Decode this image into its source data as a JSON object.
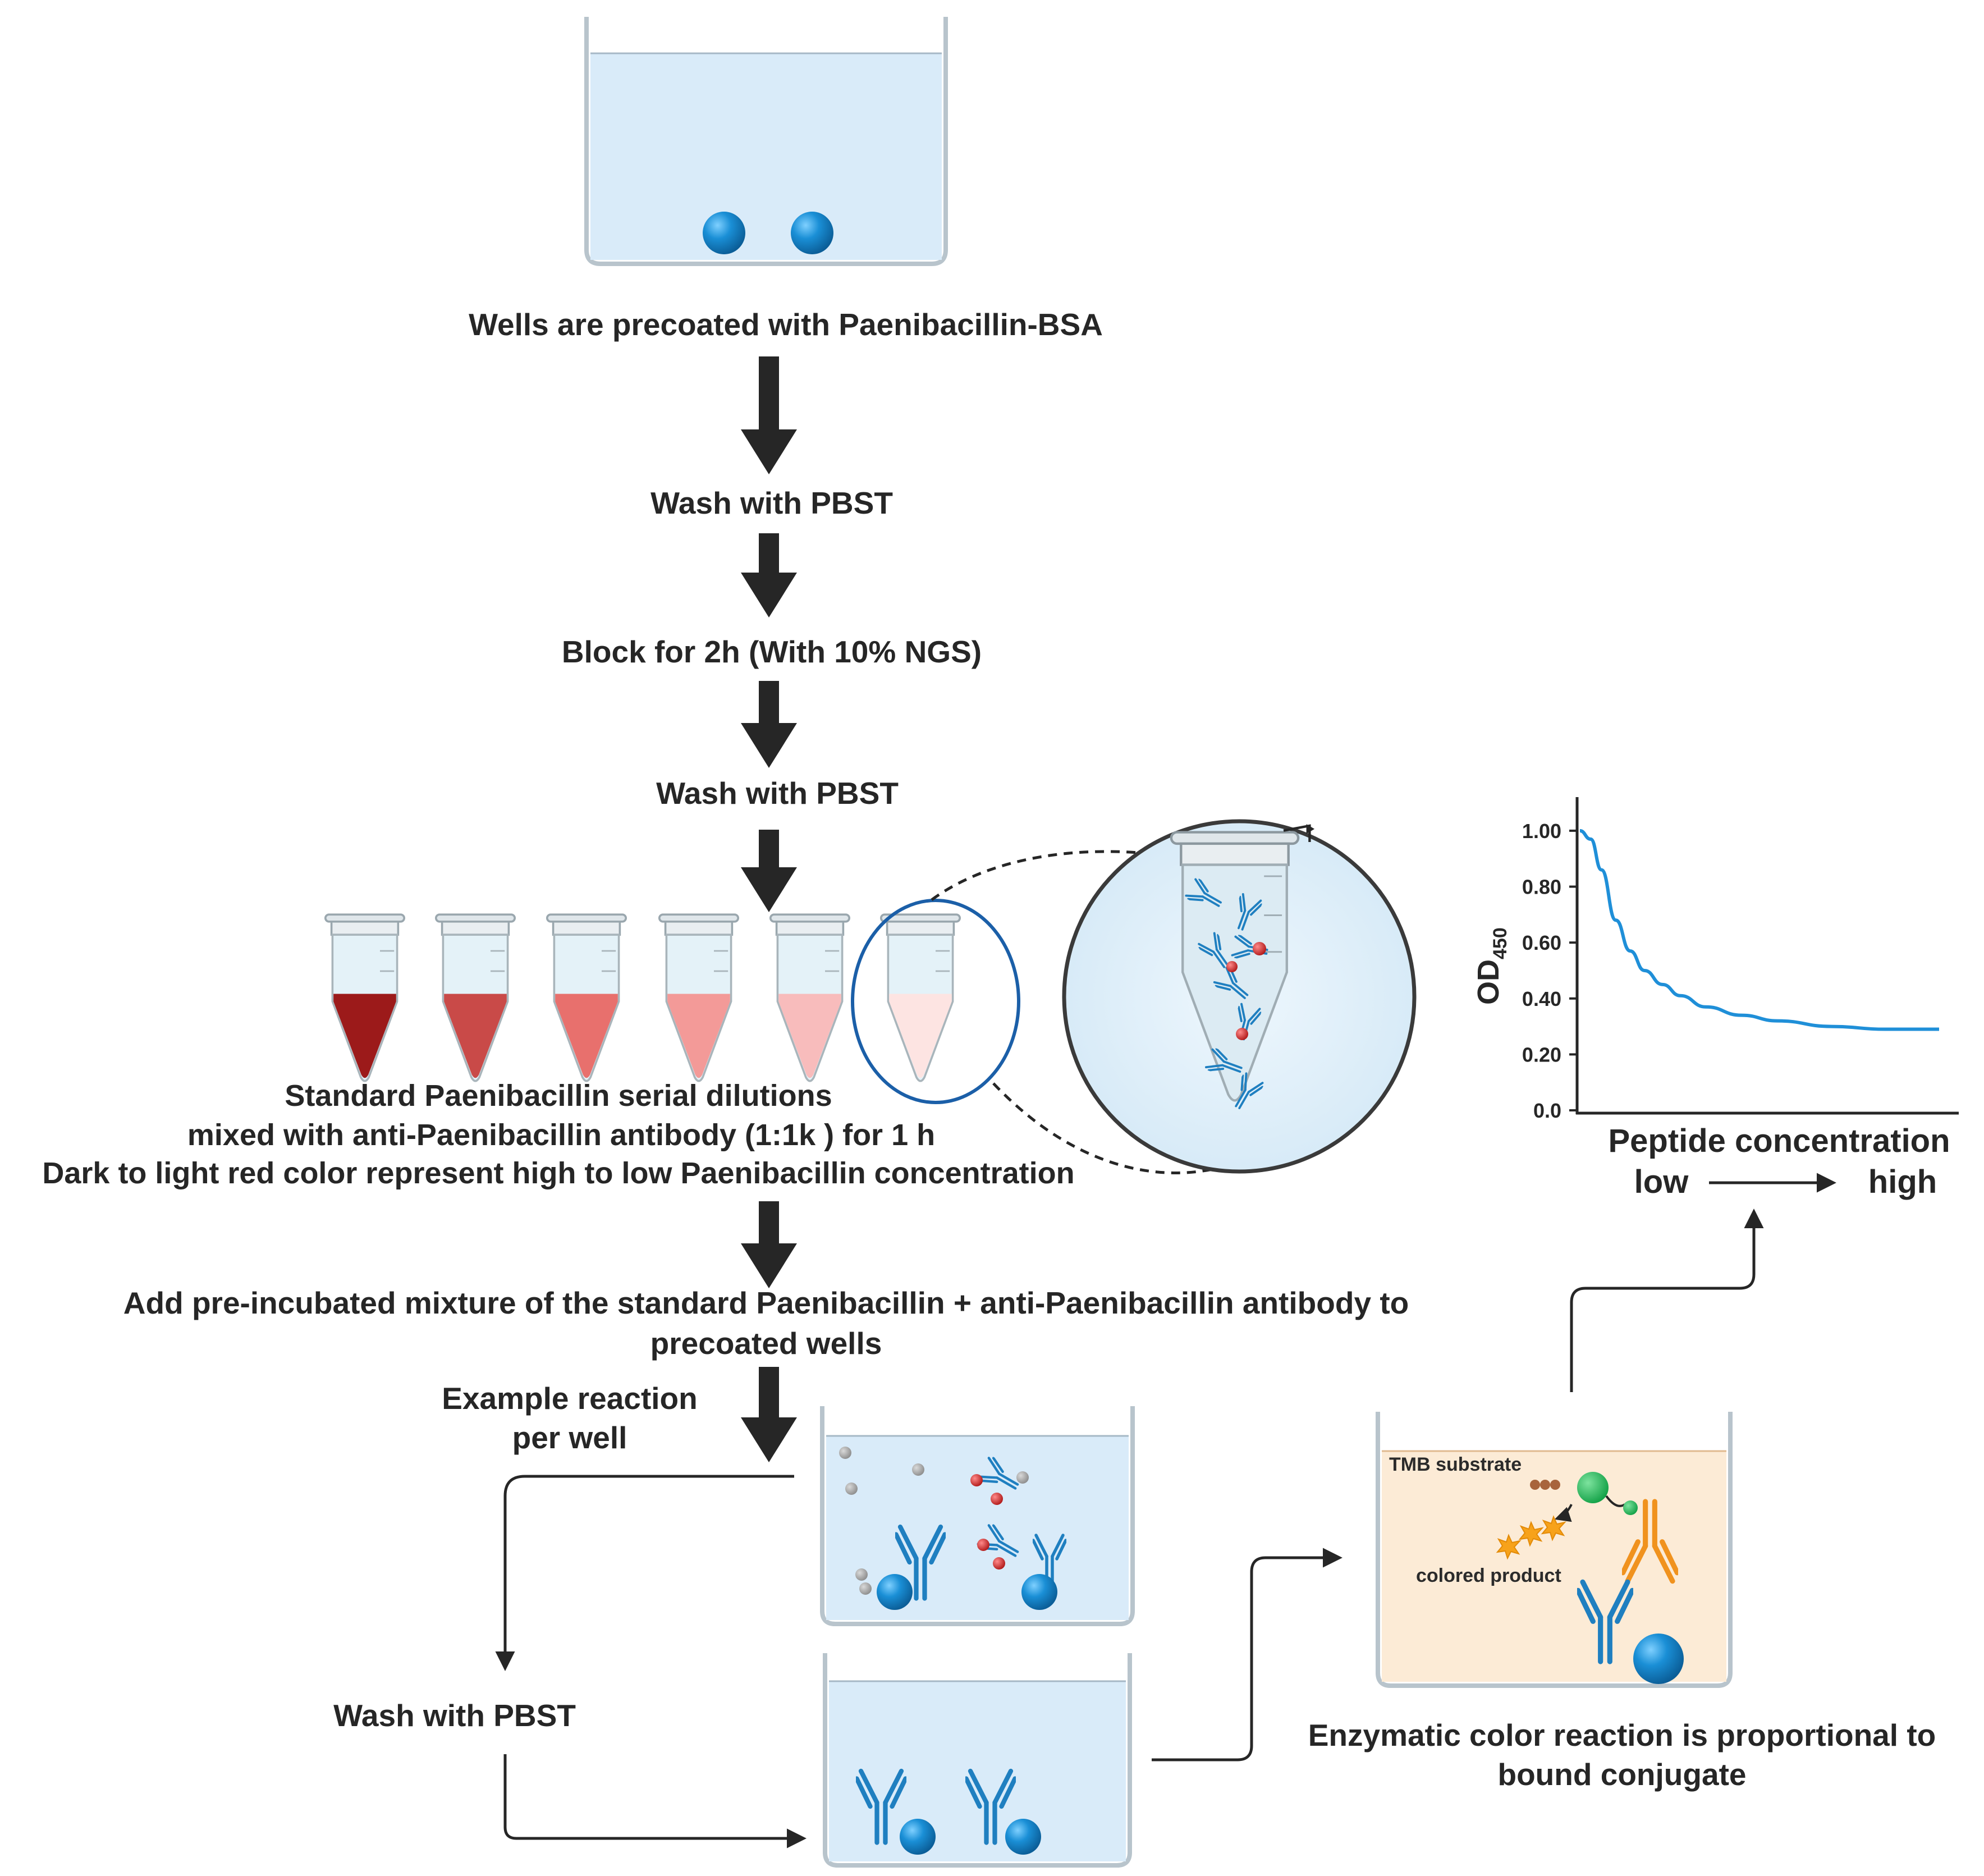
{
  "steps": {
    "precoat": "Wells are precoated with Paenibacillin-BSA",
    "wash1": "Wash with PBST",
    "block": "Block for 2h (With 10% NGS)",
    "wash2": "Wash with PBST",
    "dilution_line1": "Standard Paenibacillin serial dilutions",
    "dilution_line2": "mixed with anti-Paenibacillin antibody (1:1k ) for 1 h",
    "dilution_line3": "Dark to light red color represent high to low Paenibacillin concentration",
    "add_line1": "Add pre-incubated mixture of the standard Paenibacillin + anti-Paenibacillin antibody to",
    "add_line2": "precoated wells",
    "example_line1": "Example reaction",
    "example_line2": "per well",
    "wash3": "Wash with PBST",
    "enzymatic_line1": "Enzymatic color reaction is proportional to",
    "enzymatic_line2": "bound conjugate"
  },
  "reaction_labels": {
    "substrate": "TMB substrate",
    "product": "colored product"
  },
  "tube_colors": [
    "#9c1a1a",
    "#c94a48",
    "#e8706d",
    "#f39a98",
    "#f8bcbc",
    "#fde4e2"
  ],
  "colors": {
    "antibody_primary": "#1f7fc0",
    "antibody_secondary": "#f0921e",
    "enzyme": "#1db954",
    "bead": "#1a8fd6",
    "analyte": "#d62e2e",
    "well_liquid": "#d9ebf9",
    "tmb_liquid": "#fcebd6",
    "curve": "#1f8fd8"
  },
  "chart_data": {
    "type": "line",
    "title": "",
    "xlabel": "Peptide concentration",
    "x_low_label": "low",
    "x_high_label": "high",
    "ylabel_main": "OD",
    "ylabel_sub": "450",
    "ylim": [
      0.0,
      1.05
    ],
    "yticks": [
      "1.00",
      "0.80",
      "0.60",
      "0.40",
      "0.20",
      "0.0"
    ],
    "ytick_values": [
      1.0,
      0.8,
      0.6,
      0.4,
      0.2,
      0.0
    ],
    "grid": false,
    "series": [
      {
        "x": [
          0,
          0.03,
          0.06,
          0.1,
          0.14,
          0.18,
          0.23,
          0.28,
          0.35,
          0.45,
          0.55,
          0.7,
          0.85,
          1.0
        ],
        "values": [
          1.0,
          0.97,
          0.86,
          0.68,
          0.57,
          0.5,
          0.45,
          0.41,
          0.37,
          0.34,
          0.32,
          0.3,
          0.29,
          0.29
        ]
      }
    ]
  }
}
